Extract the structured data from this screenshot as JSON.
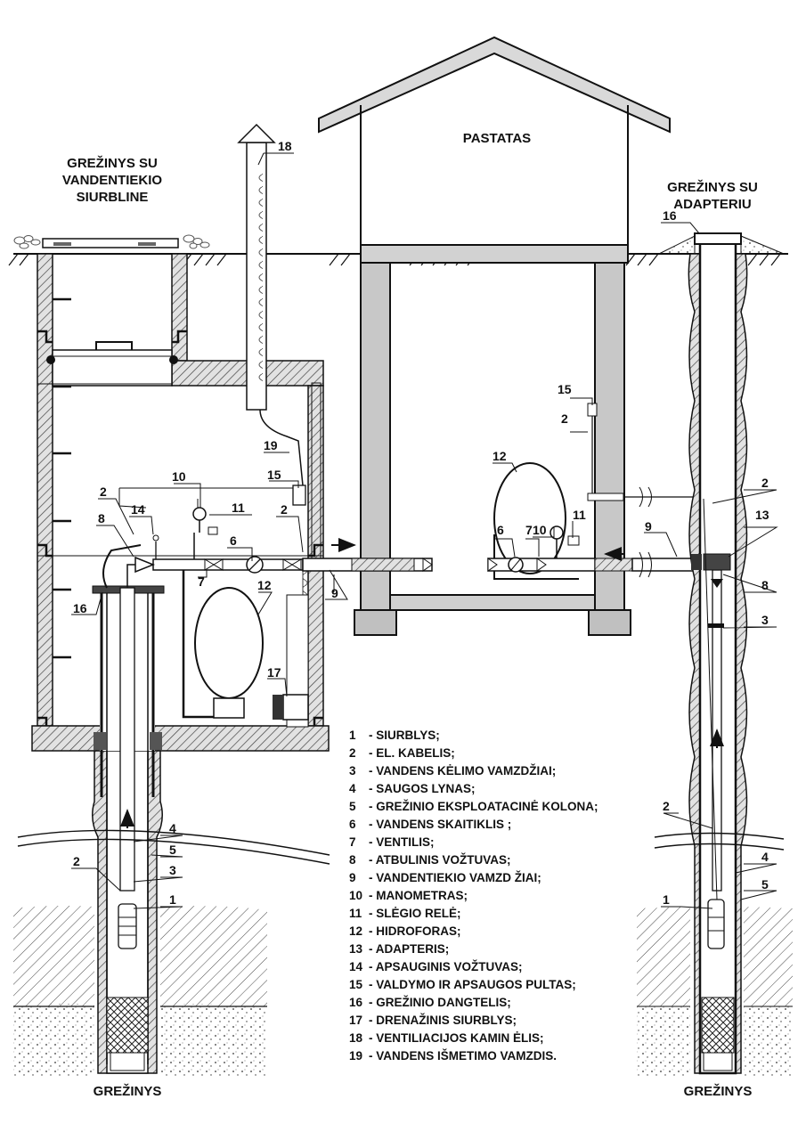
{
  "titles": {
    "left": [
      "GREŽINYS SU",
      "VANDENTIEKIO",
      "SIURBLINE"
    ],
    "right": [
      "GREŽINYS SU",
      "ADAPTERIU"
    ],
    "building": "PASTATAS",
    "bottom_left": "GREŽINYS",
    "bottom_right": "GREŽINYS"
  },
  "callouts": {
    "c1": "1",
    "c2": "2",
    "c3": "3",
    "c4": "4",
    "c5": "5",
    "c6": "6",
    "c7": "7",
    "c8": "8",
    "c9": "9",
    "c10": "10",
    "c11": "11",
    "c12": "12",
    "c13": "13",
    "c14": "14",
    "c15": "15",
    "c16": "16",
    "c17": "17",
    "c18": "18",
    "c19": "19"
  },
  "legend": [
    {
      "num": "1",
      "text": "- SIURBLYS;"
    },
    {
      "num": "2",
      "text": "- EL. KABELIS;"
    },
    {
      "num": "3",
      "text": "- VANDENS KĖLIMO VAMZDŽIAI;"
    },
    {
      "num": "4",
      "text": "- SAUGOS LYNAS;"
    },
    {
      "num": "5",
      "text": "- GREŽINIO EKSPLOATACINĖ  KOLONA;"
    },
    {
      "num": "6",
      "text": "- VANDENS SKAITIKLIS ;"
    },
    {
      "num": "7",
      "text": "- VENTILIS;"
    },
    {
      "num": "8",
      "text": "- ATBULINIS VOŽTUVAS;"
    },
    {
      "num": "9",
      "text": "- VANDENTIEKIO VAMZD ŽIAI;"
    },
    {
      "num": "10",
      "text": "- MANOMETRAS;"
    },
    {
      "num": "11",
      "text": "- SLĖGIO RELĖ;"
    },
    {
      "num": "12",
      "text": "- HIDROFORAS;"
    },
    {
      "num": "13",
      "text": "- ADAPTERIS;"
    },
    {
      "num": "14",
      "text": "- APSAUGINIS VOŽTUVAS;"
    },
    {
      "num": "15",
      "text": "- VALDYMO IR APSAUGOS PULTAS;"
    },
    {
      "num": "16",
      "text": "- GREŽINIO DANGTELIS;"
    },
    {
      "num": "17",
      "text": "- DRENAŽINIS SIURBLYS;"
    },
    {
      "num": "18",
      "text": "- VENTILIACIJOS KAMIN ĖLIS;"
    },
    {
      "num": "19",
      "text": "- VANDENS IŠMETIMO VAMZDIS."
    }
  ]
}
